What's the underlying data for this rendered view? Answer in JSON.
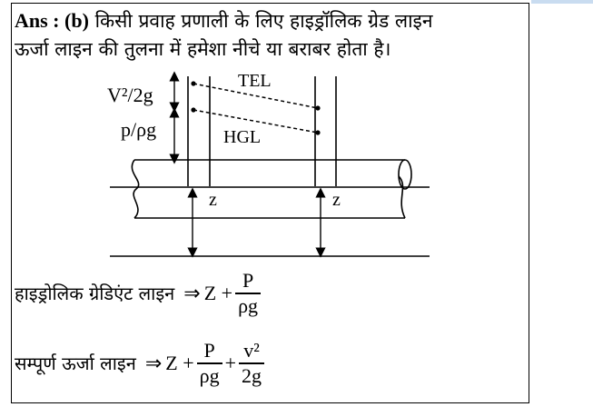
{
  "answer": {
    "prefix": "Ans : (b)",
    "line1": "किसी प्रवाह प्रणाली के लिए हाइड्रॉलिक ग्रेड लाइन",
    "line2": "ऊर्जा लाइन की तुलना में हमेशा नीचे या बराबर होता है।"
  },
  "diagram": {
    "tel_label": "TEL",
    "hgl_label": "HGL",
    "velocity_head": "V²/2g",
    "pressure_head": "p/ρg",
    "datum_left": "z",
    "datum_right": "z"
  },
  "formula_hgl": {
    "label": "हाइड्रोलिक ग्रेडिएंट लाइन",
    "arrow": "⇒",
    "lhs": "Z +",
    "frac_num": "P",
    "frac_den": "ρg"
  },
  "formula_tel": {
    "label": "सम्पूर्ण ऊर्जा लाइन",
    "arrow": "⇒",
    "lhs": "Z +",
    "frac1_num": "P",
    "frac1_den": "ρg",
    "plus": "+",
    "frac2_num": "v²",
    "frac2_den": "2g"
  }
}
